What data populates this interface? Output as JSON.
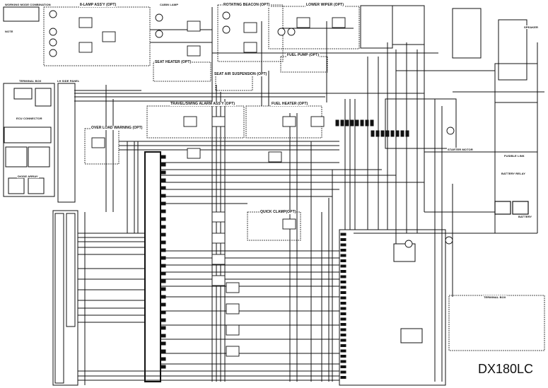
{
  "title": "DX180LC",
  "sections": {
    "work_lamp_table": "WORKING MODE COMBINATION",
    "note": "NOTE",
    "eight_lamp": "8-LAMP ASS'Y (OPT)",
    "rotating_beacon": "ROTATING BEACON (OPT)",
    "lower_wiper": "LOWER WIPER (OPT)",
    "fuel_pump": "FUEL PUMP (OPT)",
    "seat_heater": "SEAT HEATER (OPT)",
    "seat_air_suspension": "SEAT AIR SUSPENSION (OPT)",
    "travel_swing_alarm": "TRAVEL/SWING ALARM ASS'Y (OPT)",
    "fuel_heater": "FUEL HEATER (OPT)",
    "over_load_warning": "OVER LOAD WARNING (OPT)",
    "quick_clamp": "QUICK CLAMP(OPT)",
    "terminal_box_left": "TERMINAL BOX",
    "ecu_connector": "ECU CONNECTOR",
    "diode_array": "DIODE ARRAY",
    "lh_side_panel": "LH SIDE PANEL",
    "terminal_box_right": "TERMINAL BOX",
    "starter_motor": "STARTER MOTOR",
    "battery_relay": "BATTERY RELAY",
    "battery": "BATTERY",
    "fusible_link": "FUSIBLE LINK",
    "cabin_lamp": "CABIN LAMP",
    "speaker": "SPEAKER"
  },
  "colors": {
    "line": "#111111",
    "background": "#ffffff"
  }
}
